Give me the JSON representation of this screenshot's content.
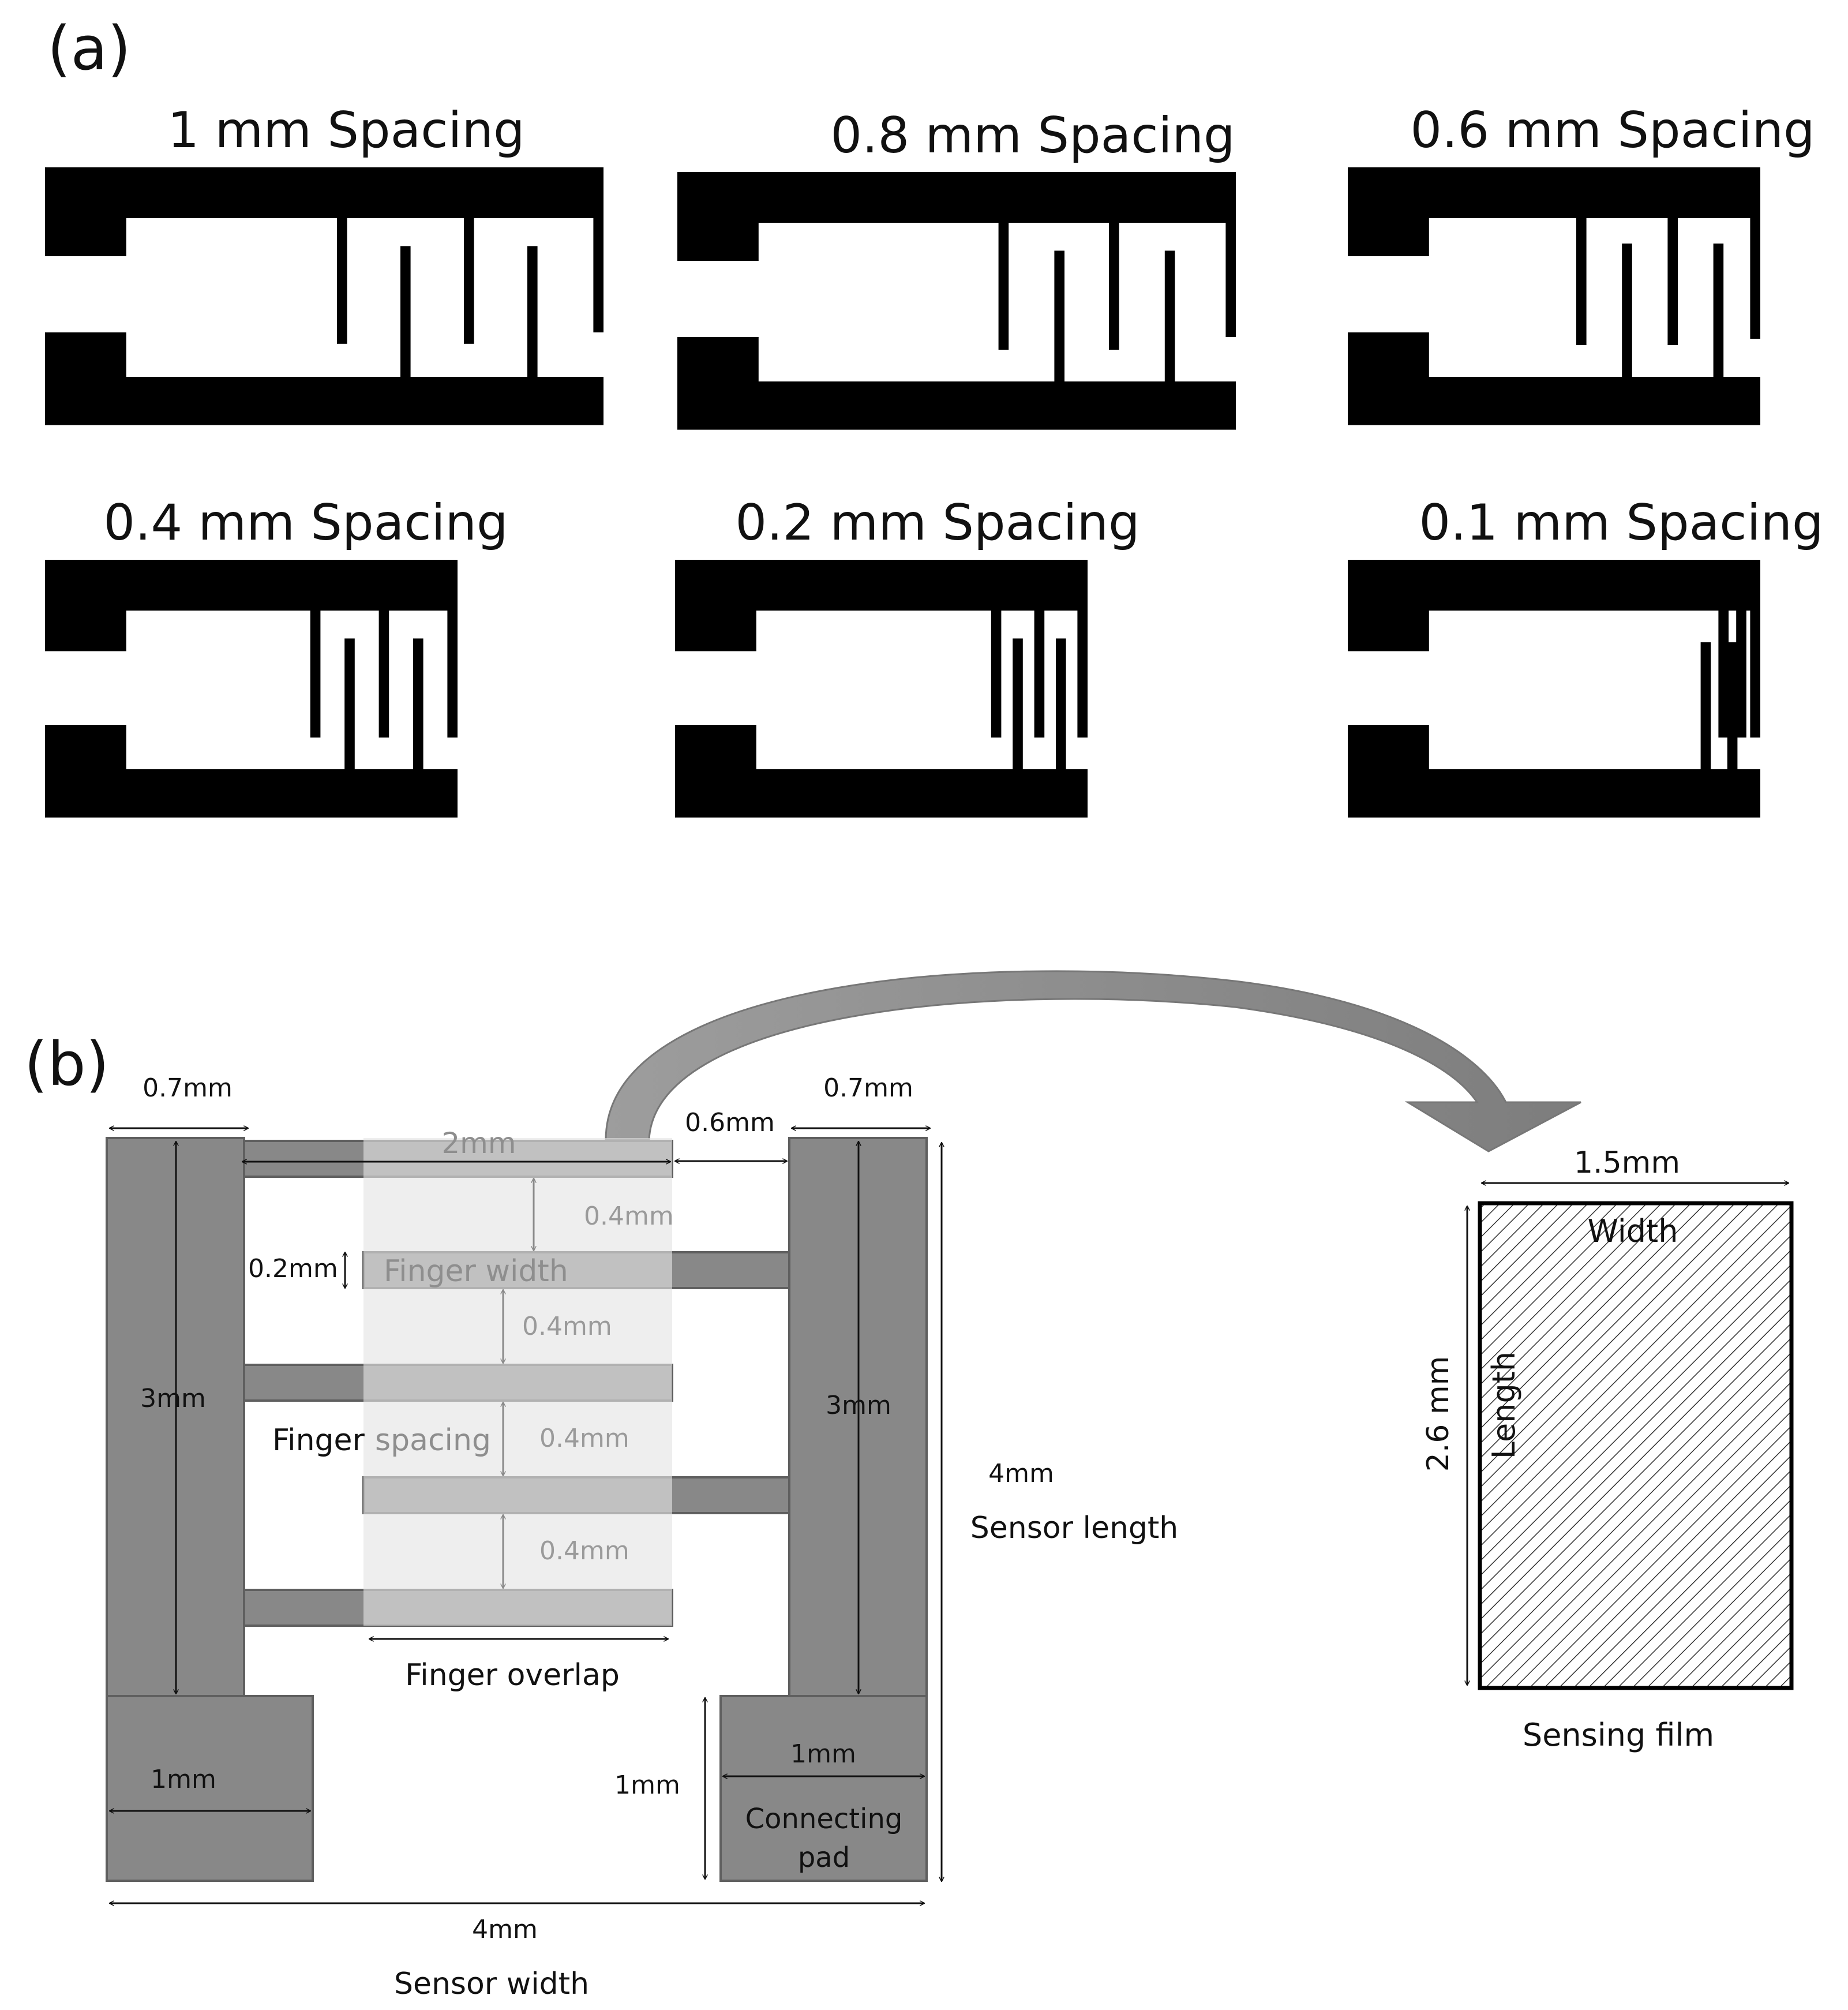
{
  "panel_a": {
    "label": "(a)",
    "sensors": [
      {
        "title": "1 mm Spacing"
      },
      {
        "title": "0.8 mm Spacing"
      },
      {
        "title": "0.6 mm Spacing"
      },
      {
        "title": "0.4 mm Spacing"
      },
      {
        "title": "0.2 mm Spacing"
      },
      {
        "title": "0.1 mm Spacing"
      }
    ]
  },
  "panel_b": {
    "label": "(b)",
    "dims": {
      "left_rail_width": "0.7mm",
      "right_rail_width": "0.7mm",
      "gap": "0.6mm",
      "finger_length": "2mm",
      "spacing_1": "0.4mm",
      "finger_width_value": "0.2mm",
      "spacing_2": "0.4mm",
      "spacing_3": "0.4mm",
      "spacing_4": "0.4mm",
      "left_rail_length": "3mm",
      "right_rail_length": "3mm",
      "sensor_length_value": "4mm",
      "left_pad_width": "1mm",
      "pad_height": "1mm",
      "right_pad_width": "1mm",
      "sensor_width_value": "4mm",
      "film_width_value": "1.5mm",
      "film_length_value": "2.6 mm"
    },
    "labels": {
      "finger_width": "Finger width",
      "finger_spacing_a": "Finger",
      "finger_spacing_b": "spacing",
      "finger_overlap": "Finger overlap",
      "sensor_length": "Sensor length",
      "sensor_width": "Sensor width",
      "connecting_pad_1": "Connecting",
      "connecting_pad_2": "pad",
      "film_width": "Width",
      "film_length": "Length",
      "sensing_film": "Sensing film"
    },
    "colors": {
      "electrode": "#888888",
      "electrode_border": "#5f5f5f",
      "overlay": "#dcdcdc",
      "dim_gray_text": "#9a9a9a"
    }
  }
}
